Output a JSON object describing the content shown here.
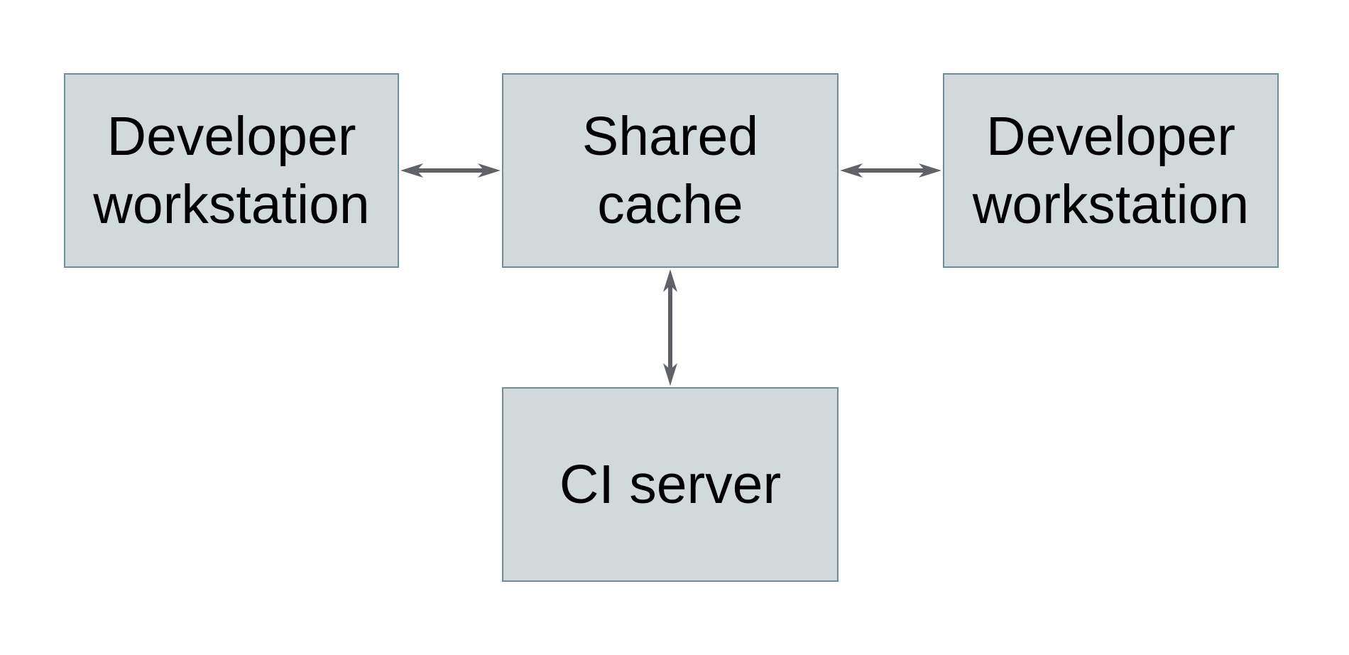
{
  "diagram": {
    "background": "#ffffff",
    "colors": {
      "node_fill": "#d2d9db",
      "node_border": "#6f8c99",
      "arrow": "#5f6368",
      "text": "#000000"
    },
    "nodes": [
      {
        "id": "developer-workstation-left",
        "label": "Developer workstation"
      },
      {
        "id": "shared-cache",
        "label": "Shared cache"
      },
      {
        "id": "developer-workstation-right",
        "label": "Developer workstation"
      },
      {
        "id": "ci-server",
        "label": "CI server"
      }
    ],
    "connections": [
      {
        "from": "developer-workstation-left",
        "to": "shared-cache",
        "type": "bidirectional-arrow"
      },
      {
        "from": "shared-cache",
        "to": "developer-workstation-right",
        "type": "bidirectional-arrow"
      },
      {
        "from": "shared-cache",
        "to": "ci-server",
        "type": "bidirectional-arrow"
      }
    ]
  }
}
